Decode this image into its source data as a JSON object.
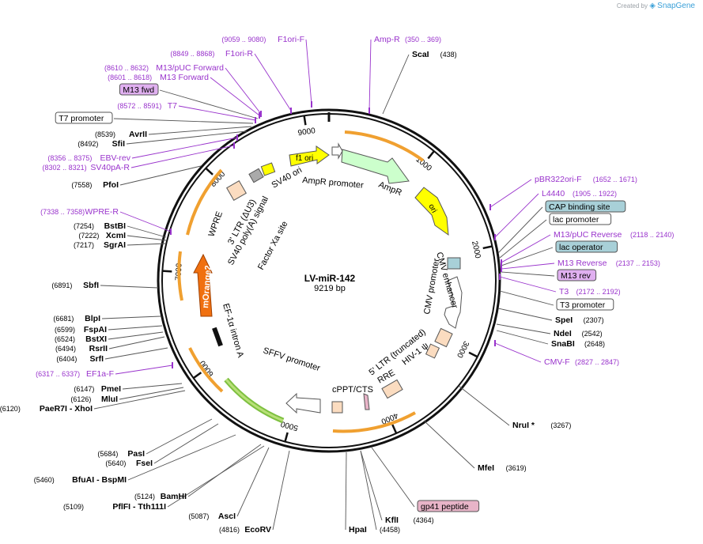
{
  "credit": {
    "prefix": "Created by",
    "brand": "SnapGene"
  },
  "plasmid": {
    "name": "LV-miR-142",
    "size_label": "9219 bp",
    "length": 9219
  },
  "ticks": [
    "1000",
    "2000",
    "3000",
    "4000",
    "5000",
    "6000",
    "7000",
    "8000",
    "9000"
  ],
  "tick_values": [
    1000,
    2000,
    3000,
    4000,
    5000,
    6000,
    7000,
    8000,
    9000
  ],
  "colors": {
    "primer": "#9933cc",
    "site": "#000000",
    "leader": "#555555",
    "backbone": "#111111",
    "orange": "#f0a030",
    "green": "#7ec040",
    "yellow": "#ffff00",
    "lightgreen": "#ccffcc",
    "peach": "#fbdcc0",
    "morange": "#f07010",
    "pink": "#e8b4c8",
    "teal": "#a8d0d8",
    "lavender": "#e0b0f0"
  },
  "labels": [
    {
      "name": "ScaI",
      "coord": "(438)",
      "kind": "site"
    },
    {
      "name": "Amp-R",
      "coord": "(350 .. 369)",
      "kind": "primer"
    },
    {
      "name": "F1ori-F",
      "coord": "(9059 .. 9080)",
      "kind": "primer"
    },
    {
      "name": "F1ori-R",
      "coord": "(8849 .. 8868)",
      "kind": "primer"
    },
    {
      "name": "M13/pUC Forward",
      "coord": "(8610 .. 8632)",
      "kind": "primer"
    },
    {
      "name": "M13 Forward",
      "coord": "(8601 .. 8618)",
      "kind": "primer"
    },
    {
      "name": "M13 fwd",
      "coord": "",
      "kind": "boxpurple"
    },
    {
      "name": "T7",
      "coord": "(8572 .. 8591)",
      "kind": "primer"
    },
    {
      "name": "T7 promoter",
      "coord": "",
      "kind": "boxwhite"
    },
    {
      "name": "AvrII",
      "coord": "(8539)",
      "kind": "site"
    },
    {
      "name": "SfiI",
      "coord": "(8492)",
      "kind": "site"
    },
    {
      "name": "EBV-rev",
      "coord": "(8356 .. 8375)",
      "kind": "primer"
    },
    {
      "name": "SV40pA-R",
      "coord": "(8302 .. 8321)",
      "kind": "primer"
    },
    {
      "name": "PfoI",
      "coord": "(7558)",
      "kind": "site"
    },
    {
      "name": "WPRE-R",
      "coord": "(7338 .. 7358)",
      "kind": "primer"
    },
    {
      "name": "BstBI",
      "coord": "(7254)",
      "kind": "site"
    },
    {
      "name": "XcmI",
      "coord": "(7222)",
      "kind": "site"
    },
    {
      "name": "SgrAI",
      "coord": "(7217)",
      "kind": "site"
    },
    {
      "name": "SbfI",
      "coord": "(6891)",
      "kind": "site"
    },
    {
      "name": "BlpI",
      "coord": "(6681)",
      "kind": "site"
    },
    {
      "name": "FspAI",
      "coord": "(6599)",
      "kind": "site"
    },
    {
      "name": "BstXI",
      "coord": "(6524)",
      "kind": "site"
    },
    {
      "name": "RsrII",
      "coord": "(6494)",
      "kind": "site"
    },
    {
      "name": "SrfI",
      "coord": "(6404)",
      "kind": "site"
    },
    {
      "name": "EF1a-F",
      "coord": "(6317 .. 6337)",
      "kind": "primer"
    },
    {
      "name": "PmeI",
      "coord": "(6147)",
      "kind": "site"
    },
    {
      "name": "MluI",
      "coord": "(6126)",
      "kind": "site"
    },
    {
      "name": "PaeR7I - XhoI",
      "coord": "(6120)",
      "kind": "site"
    },
    {
      "name": "PasI",
      "coord": "(5684)",
      "kind": "site"
    },
    {
      "name": "FseI",
      "coord": "(5640)",
      "kind": "site"
    },
    {
      "name": "BfuAI - BspMI",
      "coord": "(5460)",
      "kind": "site"
    },
    {
      "name": "BamHI",
      "coord": "(5124)",
      "kind": "site"
    },
    {
      "name": "PflFI - Tth111I",
      "coord": "(5109)",
      "kind": "site"
    },
    {
      "name": "AscI",
      "coord": "(5087)",
      "kind": "site"
    },
    {
      "name": "EcoRV",
      "coord": "(4816)",
      "kind": "site"
    },
    {
      "name": "HpaI",
      "coord": "",
      "kind": "site"
    },
    {
      "name": "KflI",
      "coord": "(4364)",
      "kind": "site"
    },
    {
      "name": "(4458)",
      "coord": "",
      "kind": "coordonly"
    },
    {
      "name": "gp41 peptide",
      "coord": "",
      "kind": "boxpink"
    },
    {
      "name": "MfeI",
      "coord": "(3619)",
      "kind": "site"
    },
    {
      "name": "NruI *",
      "coord": "(3267)",
      "kind": "site"
    },
    {
      "name": "CMV-F",
      "coord": "(2827 .. 2847)",
      "kind": "primer"
    },
    {
      "name": "SnaBI",
      "coord": "(2648)",
      "kind": "site"
    },
    {
      "name": "NdeI",
      "coord": "(2542)",
      "kind": "site"
    },
    {
      "name": "SpeI",
      "coord": "(2307)",
      "kind": "site"
    },
    {
      "name": "T3 promoter",
      "coord": "",
      "kind": "boxwhite"
    },
    {
      "name": "T3",
      "coord": "(2172 .. 2192)",
      "kind": "primer"
    },
    {
      "name": "M13 rev",
      "coord": "",
      "kind": "boxpurple"
    },
    {
      "name": "M13 Reverse",
      "coord": "(2137 .. 2153)",
      "kind": "primer"
    },
    {
      "name": "lac operator",
      "coord": "",
      "kind": "boxteal"
    },
    {
      "name": "M13/pUC Reverse",
      "coord": "(2118 .. 2140)",
      "kind": "primer"
    },
    {
      "name": "lac promoter",
      "coord": "",
      "kind": "boxwhite"
    },
    {
      "name": "CAP binding site",
      "coord": "",
      "kind": "boxteal"
    },
    {
      "name": "L4440",
      "coord": "(1905 .. 1922)",
      "kind": "primer"
    },
    {
      "name": "pBR322ori-F",
      "coord": "(1652 .. 1671)",
      "kind": "primer"
    }
  ],
  "features": [
    {
      "name": "f1 ori"
    },
    {
      "name": "AmpR promoter"
    },
    {
      "name": "AmpR"
    },
    {
      "name": "ori"
    },
    {
      "name": "CMV enhancer"
    },
    {
      "name": "CMV promoter"
    },
    {
      "name": "5' LTR (truncated)"
    },
    {
      "name": "HIV-1 ψ"
    },
    {
      "name": "RRE"
    },
    {
      "name": "cPPT/CTS"
    },
    {
      "name": "SFFV promoter"
    },
    {
      "name": "EF-1α intron A"
    },
    {
      "name": "mOrange2"
    },
    {
      "name": "Factor Xa site"
    },
    {
      "name": "WPRE"
    },
    {
      "name": "3' LTR (ΔU3)"
    },
    {
      "name": "SV40 poly(A) signal"
    },
    {
      "name": "SV40 ori"
    }
  ]
}
